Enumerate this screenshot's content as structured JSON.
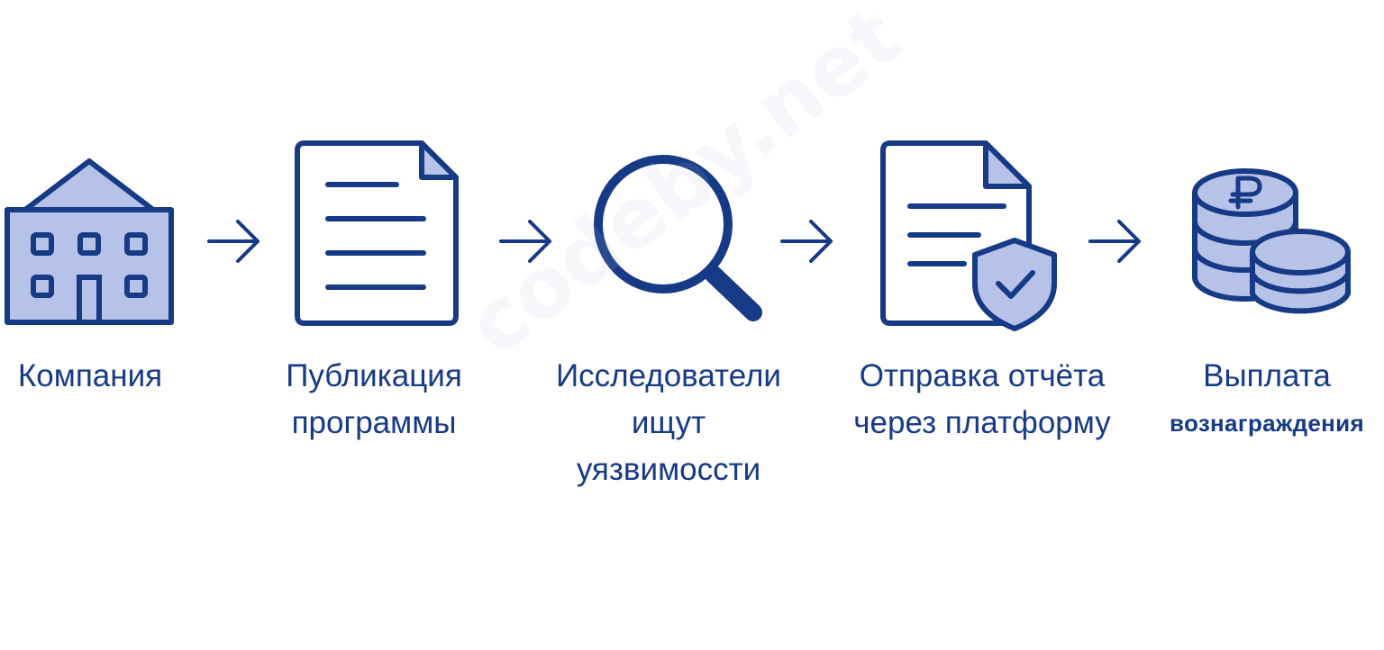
{
  "colors": {
    "stroke": "#163a86",
    "fill": "#b7c2e8",
    "text": "#163a86",
    "background": "#ffffff"
  },
  "steps": [
    {
      "icon": "building-icon",
      "lines": [
        "Компания"
      ]
    },
    {
      "icon": "document-icon",
      "lines": [
        "Публикация",
        "программы"
      ]
    },
    {
      "icon": "magnifier-icon",
      "lines": [
        "Исследователи",
        "ищут",
        "уязвимоссти"
      ]
    },
    {
      "icon": "secure-document-icon",
      "lines": [
        "Отправка отчёта",
        "через платформу"
      ]
    },
    {
      "icon": "ruble-coins-icon",
      "lines": [
        "Выплата",
        "вознаграждения"
      ]
    }
  ],
  "watermark": "codeby.net"
}
